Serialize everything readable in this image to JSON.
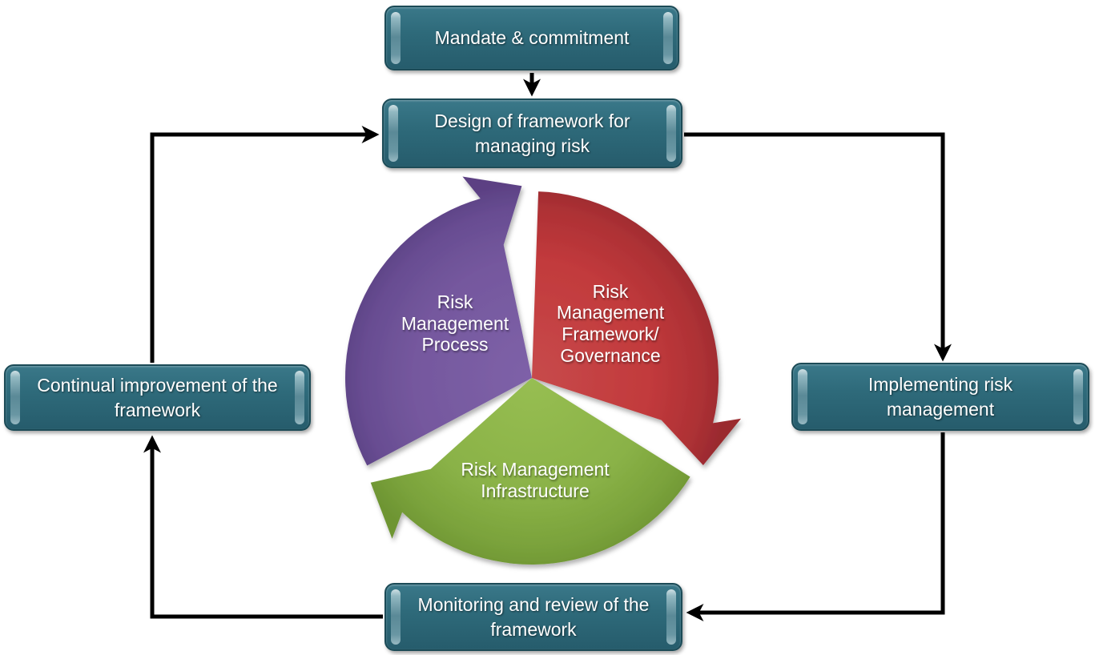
{
  "diagram": {
    "nodes": {
      "mandate": {
        "label": "Mandate & commitment"
      },
      "design": {
        "label": "Design of framework for\nmanaging risk"
      },
      "implementing": {
        "label": "Implementing risk\nmanagement"
      },
      "monitoring": {
        "label": "Monitoring and review of the\nframework"
      },
      "continual": {
        "label": "Continual improvement of the\nframework"
      }
    },
    "cycle": {
      "process": {
        "label": "Risk\nManagement\nProcess",
        "color": "#75589E"
      },
      "framework": {
        "label": "Risk\nManagement\nFramework/\nGovernance",
        "color": "#C23A3C"
      },
      "infrastructure": {
        "label": "Risk  Management\nInfrastructure",
        "color": "#8AB247"
      }
    },
    "colors": {
      "node_fill": "#2E6A7A",
      "node_border": "#1C4B57",
      "connector": "#000000"
    }
  }
}
